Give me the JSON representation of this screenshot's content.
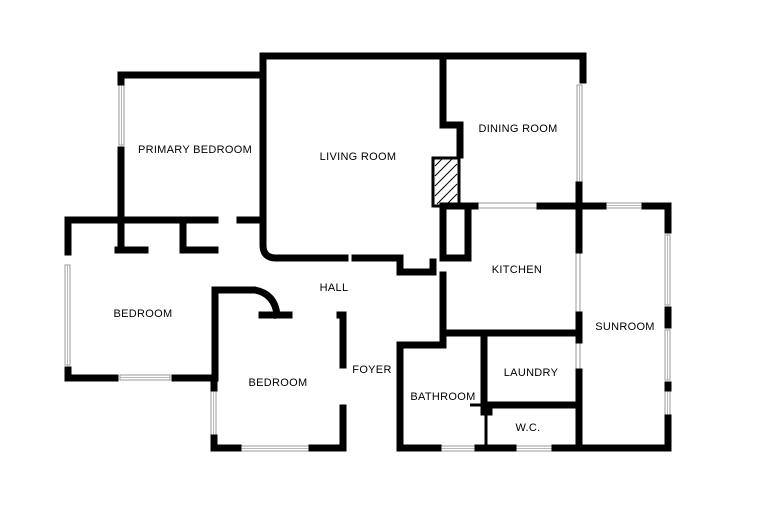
{
  "rooms": {
    "primary_bedroom": "PRIMARY BEDROOM",
    "living_room": "LIVING ROOM",
    "dining_room": "DINING ROOM",
    "kitchen": "KITCHEN",
    "hall": "HALL",
    "bedroom_west": "BEDROOM",
    "bedroom_south": "BEDROOM",
    "foyer": "FOYER",
    "bathroom": "BATHROOM",
    "laundry": "LAUNDRY",
    "wc": "W.C.",
    "sunroom": "SUNROOM"
  }
}
